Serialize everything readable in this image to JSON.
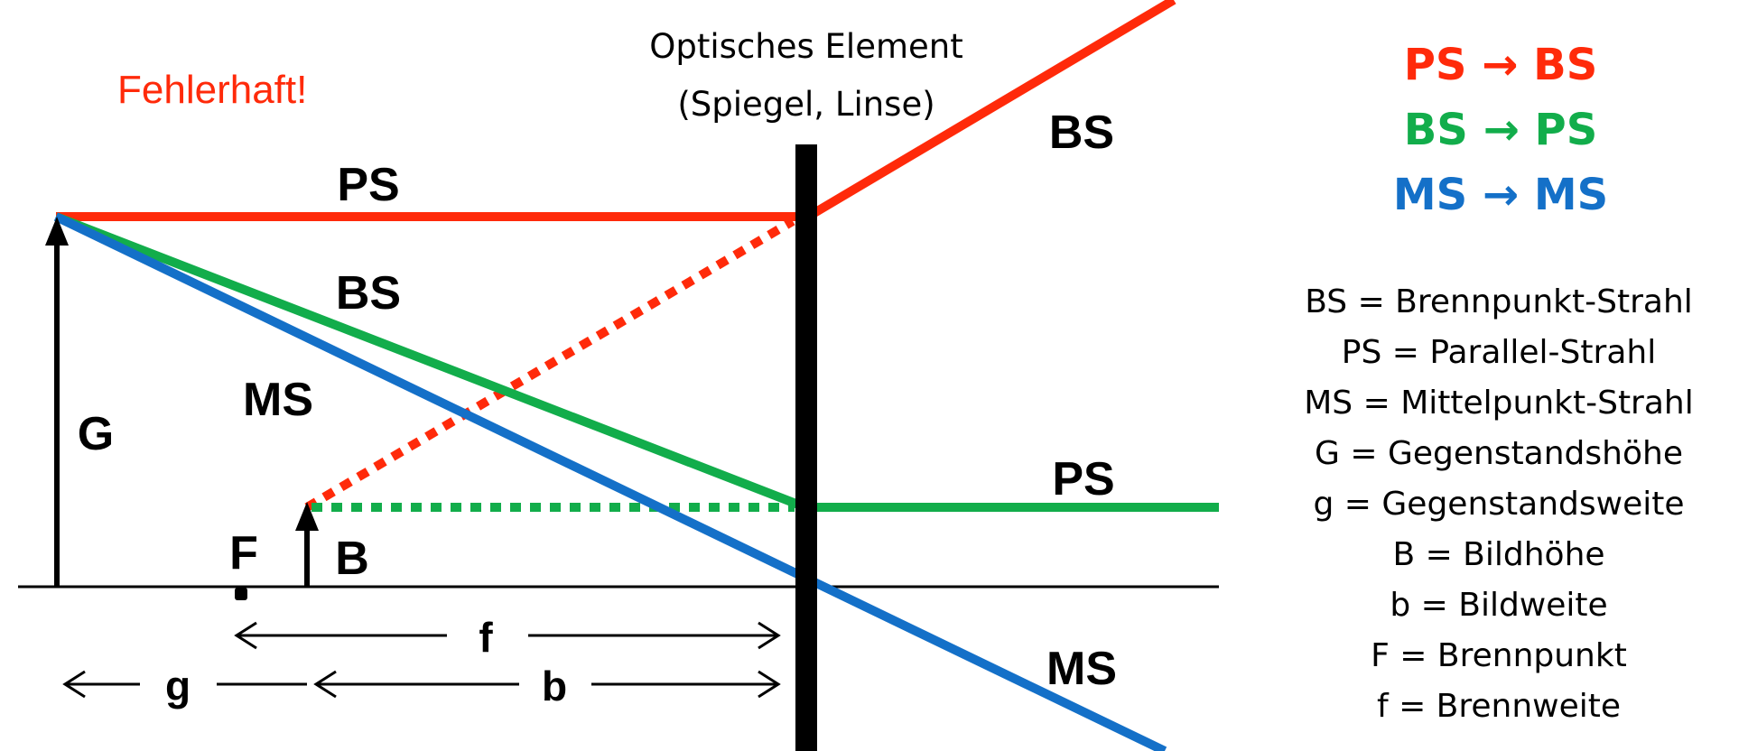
{
  "warning": "Fehlerhaft!",
  "element_title": {
    "line1": "Optisches Element",
    "line2": "(Spiegel, Linse)"
  },
  "ray_labels": {
    "ps_left": "PS",
    "bs_left": "BS",
    "ms_left": "MS",
    "bs_right": "BS",
    "ps_right": "PS",
    "ms_right": "MS"
  },
  "symbols": {
    "G": "G",
    "B": "B",
    "F": "F",
    "f": "f",
    "g": "g",
    "b": "b"
  },
  "rules": [
    {
      "text": "PS → BS",
      "color": "#ff2a0a"
    },
    {
      "text": "BS → PS",
      "color": "#12ad4b"
    },
    {
      "text": "MS → MS",
      "color": "#1470c8"
    }
  ],
  "legend": [
    "BS = Brennpunkt-Strahl",
    "PS = Parallel-Strahl",
    "MS = Mittelpunkt-Strahl",
    "G = Gegenstandshöhe",
    "g = Gegenstandsweite",
    "B = Bildhöhe",
    "b = Bildweite",
    "F = Brennpunkt",
    "f = Brennweite"
  ],
  "colors": {
    "ps_ray": "#ff2a0a",
    "bs_ray": "#12ad4b",
    "ms_ray": "#1470c8",
    "warning": "#ff2a0a",
    "ink": "#000000"
  }
}
